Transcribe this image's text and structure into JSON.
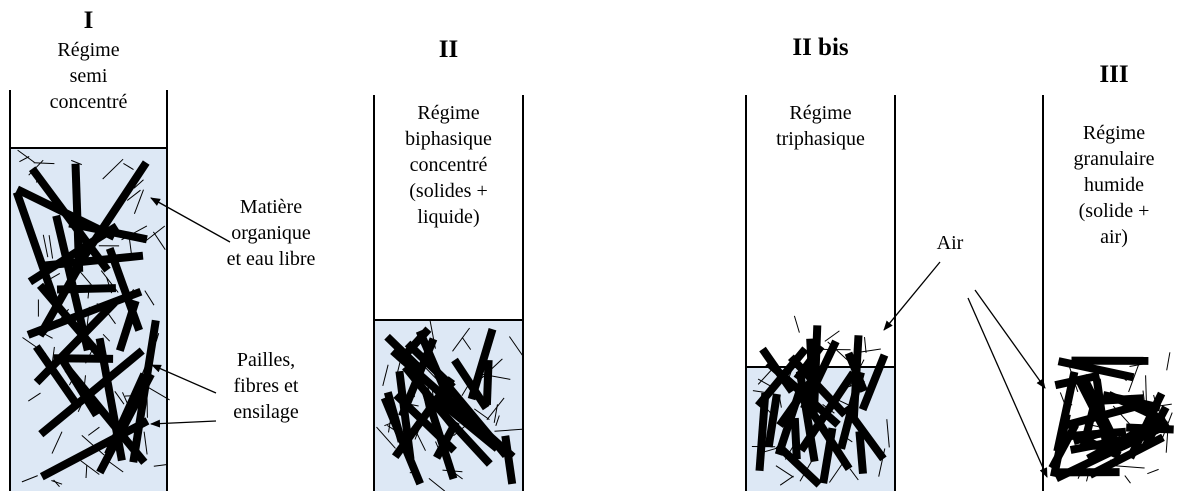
{
  "colors": {
    "liquid": "#dde8f5",
    "ink": "#000000",
    "background": "#ffffff"
  },
  "regimes": [
    {
      "numeral": "I",
      "label_lines": [
        "Régime",
        "semi",
        "concentré"
      ]
    },
    {
      "numeral": "II",
      "label_lines": [
        "Régime",
        "biphasique",
        "concentré",
        "(solides +",
        "liquide)"
      ]
    },
    {
      "numeral": "II bis",
      "label_lines": [
        "Régime",
        "triphasique"
      ]
    },
    {
      "numeral": "III",
      "label_lines": [
        "Régime",
        "granulaire",
        "humide",
        "(solide +",
        "air)"
      ]
    }
  ],
  "annotations": {
    "organic": [
      "Matière",
      "organique",
      "et eau libre"
    ],
    "straw": [
      "Pailles,",
      "fibres et",
      "ensilage"
    ],
    "air": "Air"
  }
}
